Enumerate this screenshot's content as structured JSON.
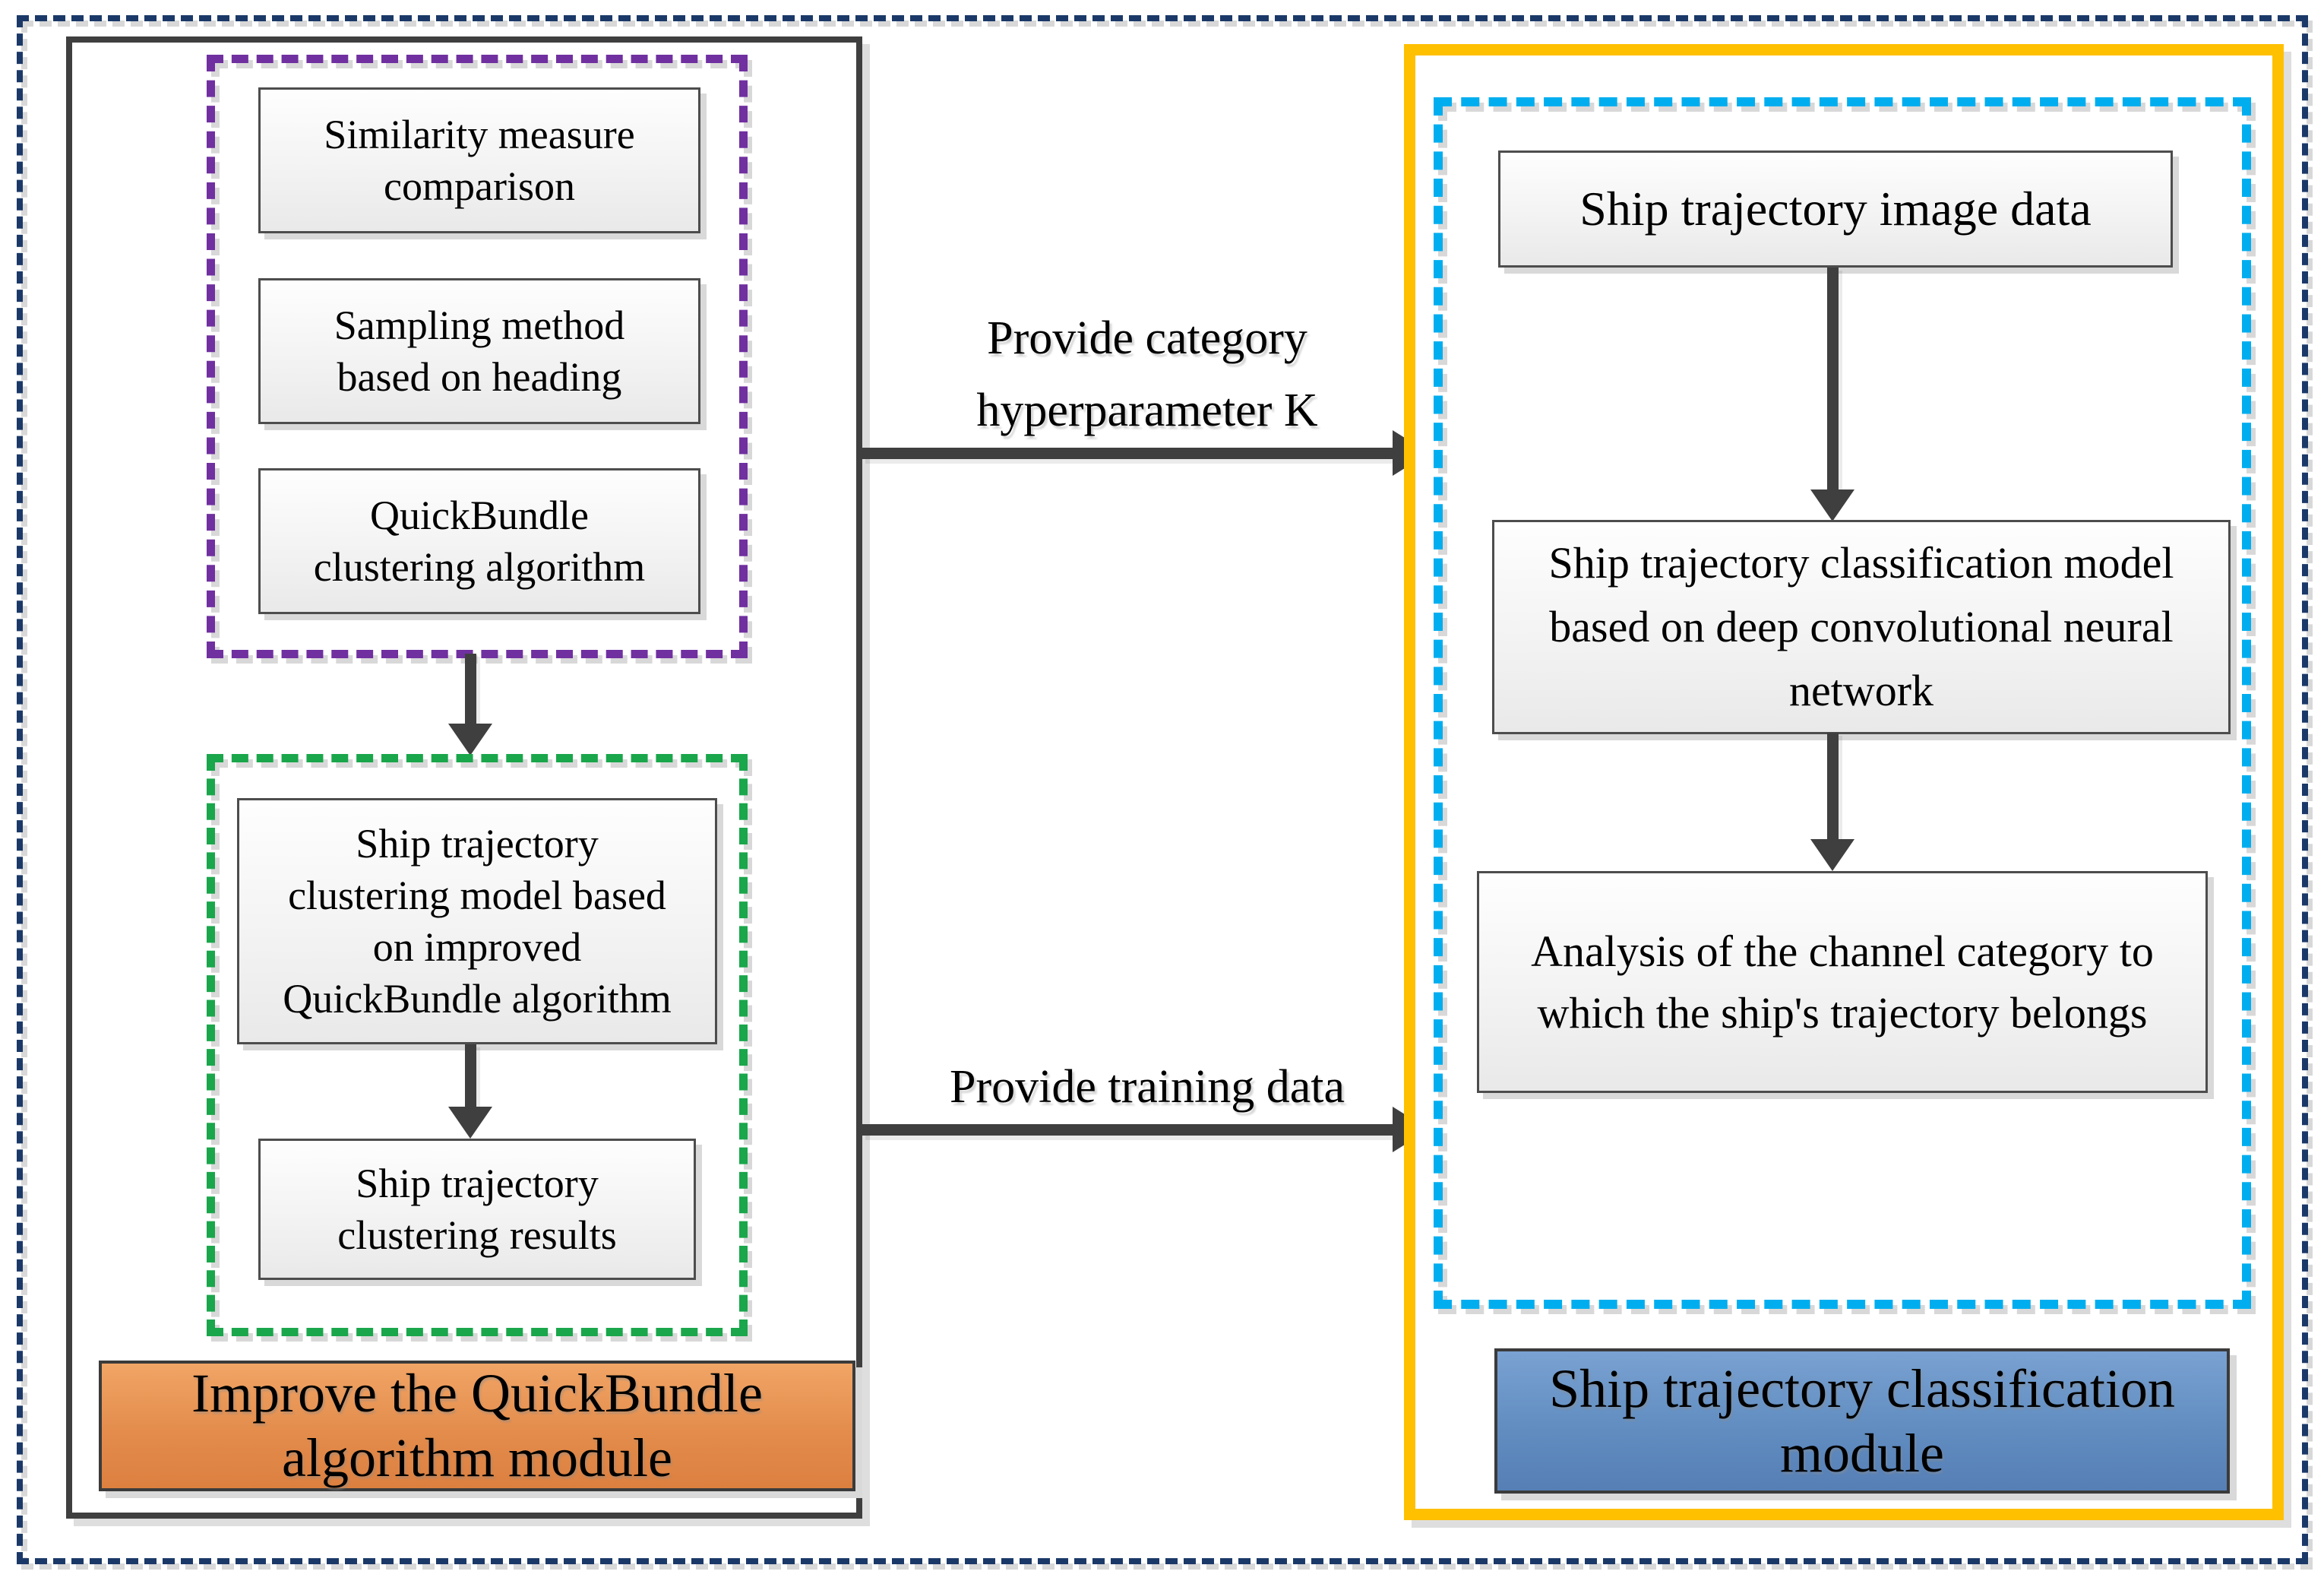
{
  "colors": {
    "outer_frame": "#1B3968",
    "left_module_frame": "#3F3F3F",
    "purple_group_border": "#7030A0",
    "green_group_border": "#1AA64B",
    "right_module_frame": "#FFC000",
    "cyan_group_border": "#00AEEF",
    "arrow": "#3F3F3F",
    "orange_title_fill": "#E38C4C",
    "blue_title_fill": "#618DC1"
  },
  "left_module": {
    "purple_group": {
      "boxes": [
        {
          "lines": [
            "Similarity measure",
            "comparison"
          ]
        },
        {
          "lines": [
            "Sampling method",
            "based on heading"
          ]
        },
        {
          "lines": [
            "QuickBundle",
            "clustering algorithm"
          ]
        }
      ]
    },
    "green_group": {
      "boxes": [
        {
          "lines": [
            "Ship trajectory",
            "clustering model based",
            "on improved",
            "QuickBundle algorithm"
          ]
        },
        {
          "lines": [
            "Ship trajectory",
            "clustering results"
          ]
        }
      ]
    },
    "title": {
      "lines": [
        "Improve the QuickBundle",
        "algorithm module"
      ]
    }
  },
  "right_module": {
    "cyan_group": {
      "boxes": [
        {
          "lines": [
            "Ship trajectory image data"
          ]
        },
        {
          "lines": [
            "Ship trajectory classification model",
            "based on deep convolutional neural",
            "network"
          ]
        },
        {
          "lines": [
            "Analysis of the channel category to",
            "which the ship's trajectory belongs"
          ]
        }
      ]
    },
    "title": {
      "lines": [
        "Ship trajectory classification",
        "module"
      ]
    }
  },
  "connectors": [
    {
      "lines": [
        "Provide category",
        "hyperparameter K"
      ]
    },
    {
      "lines": [
        "Provide training data"
      ]
    }
  ]
}
